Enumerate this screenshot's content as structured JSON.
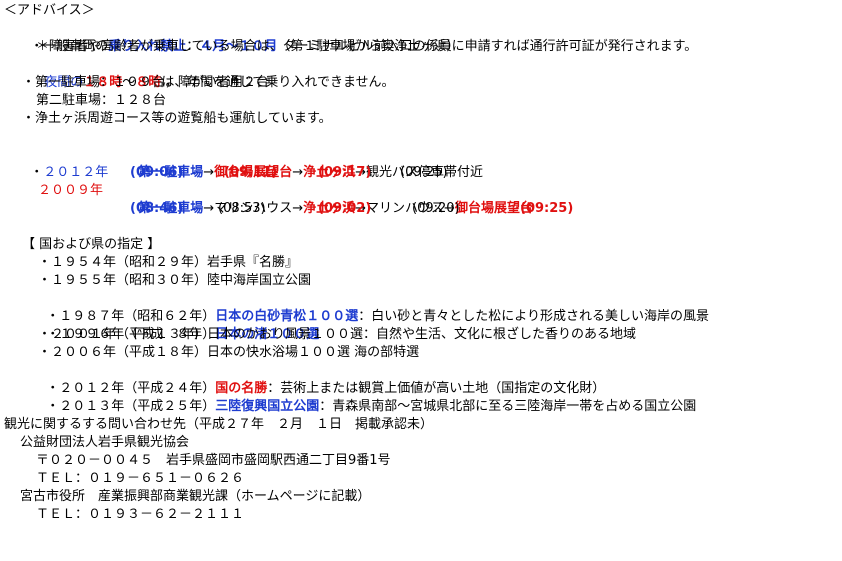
{
  "advice": {
    "heading": "＜アドバイス＞",
    "line1_pre": "・一般車両の",
    "line1_ban": "乗り入れ禁止",
    "line1_colon": "：",
    "line1_period": "４月～１０月",
    "line1_post": "（第１駐車場から奥浄土ヶ浜）",
    "line2": "＊障害者や高齢者が乗車している場合は、ターミナルビル前入口の係員に申請すれば通行許可証が発行されます。",
    "line3_pre": "夜間の",
    "line3_t1": "１８時",
    "line3_mid": "～",
    "line3_t2": "８時",
    "line3_post": "は、年間を通じて乗り入れできません。",
    "line4": "・第一駐車場：１０９台，障がい者用２台",
    "line5": "第二駐車場：１２８台",
    "line6": "・浄土ヶ浜周遊コース等の遊覧船も運航しています。"
  },
  "routes": {
    "r2012": {
      "bullet": "・",
      "year": "２０１２年",
      "s1": "第一駐車場",
      "a1": "→",
      "s2": "御台場展望台",
      "a2": "→",
      "s3": "浄土ヶ浜",
      "a3": "→",
      "s4": "観光バス停車帯付近",
      "times": [
        "(09:06)",
        "(09:11)",
        "(09:17)",
        "(09:25)"
      ]
    },
    "r2009": {
      "year": "２００９年",
      "s1": "第一駐車場",
      "a1": "→",
      "s2": "マリンハウス",
      "a2": "→",
      "s3": "浄土ヶ浜",
      "a3": "→",
      "s4": "マリンハウス",
      "a4": "→",
      "s5": "御台場展望台",
      "times": [
        "(08:46)",
        "(08:53)",
        "(09:02)",
        "(09:20)",
        "(09:25)"
      ]
    }
  },
  "designation": {
    "heading": "【 国および県の指定 】",
    "i1": "・１９５４年（昭和２９年）岩手県『名勝』",
    "i2": "・１９５５年（昭和３０年）陸中海岸国立公園",
    "i3_pre": "・１９８７年（昭和６２年）",
    "i3_hl": "日本の白砂青松１００選",
    "i3_post": "：白い砂と青々とした松により形成される美しい海岸の風景",
    "i4_pre": "・１９９６年（平成　８年）",
    "i4_hl": "日本の渚１００選",
    "i5": "・２００１年（平成１３年）日本のかおり風景１００選：自然や生活、文化に根ざした香りのある地域",
    "i6": "・２００６年（平成１８年）日本の快水浴場１００選 海の部特選",
    "i7_pre": "・２０１２年（平成２４年）",
    "i7_hl": "国の名勝",
    "i7_post": "：芸術上または観賞上価値が高い土地（国指定の文化財）",
    "i8_pre": "・２０１３年（平成２５年）",
    "i8_hl": "三陸復興国立公園",
    "i8_post": "：青森県南部～宮城県北部に至る三陸海岸一帯を占める国立公園"
  },
  "contact": {
    "heading": "観光に関するする問い合わせ先（平成２７年　２月　１日　掲載承認未）",
    "org1": "公益財団法人岩手県観光協会",
    "addr1": "〒０２０－００４５　岩手県盛岡市盛岡駅西通二丁目9番1号",
    "tel1": "ＴＥＬ：０１９－６５１－０６２６",
    "org2": "宮古市役所　産業振興部商業観光課（ホームページに記載）",
    "tel2": "ＴＥＬ：０１９３－６２－２１１１"
  }
}
